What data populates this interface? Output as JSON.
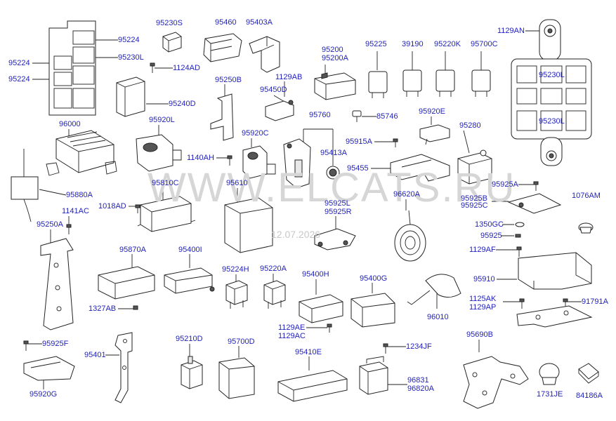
{
  "watermark": "WWW.ELCATS.RU",
  "datestamp": "12.07.2026",
  "accent_color": "#1f1fbf",
  "labels": [
    {
      "name": "part-95230S",
      "text": "95230S"
    },
    {
      "name": "part-95460",
      "text": "95460"
    },
    {
      "name": "part-95403A",
      "text": "95403A"
    },
    {
      "name": "part-95224-a",
      "text": "95224"
    },
    {
      "name": "part-95230L-a",
      "text": "95230L"
    },
    {
      "name": "part-95224-b",
      "text": "95224"
    },
    {
      "name": "part-95224-c",
      "text": "95224"
    },
    {
      "name": "part-1124AD",
      "text": "1124AD"
    },
    {
      "name": "part-95200",
      "text": "95200"
    },
    {
      "name": "part-95200A",
      "text": "95200A"
    },
    {
      "name": "part-95225",
      "text": "95225"
    },
    {
      "name": "part-39190",
      "text": "39190"
    },
    {
      "name": "part-95220K",
      "text": "95220K"
    },
    {
      "name": "part-95700C",
      "text": "95700C"
    },
    {
      "name": "part-1129AN",
      "text": "1129AN"
    },
    {
      "name": "part-95230L-b",
      "text": "95230L"
    },
    {
      "name": "part-95230L-c",
      "text": "95230L"
    },
    {
      "name": "part-95250B",
      "text": "95250B"
    },
    {
      "name": "part-1129AB",
      "text": "1129AB"
    },
    {
      "name": "part-95450D",
      "text": "95450D"
    },
    {
      "name": "part-95240D",
      "text": "95240D"
    },
    {
      "name": "part-85746",
      "text": "85746"
    },
    {
      "name": "part-95760",
      "text": "95760"
    },
    {
      "name": "part-95920E",
      "text": "95920E"
    },
    {
      "name": "part-96000",
      "text": "96000"
    },
    {
      "name": "part-95920L",
      "text": "95920L"
    },
    {
      "name": "part-95920C",
      "text": "95920C"
    },
    {
      "name": "part-95915A",
      "text": "95915A"
    },
    {
      "name": "part-95280",
      "text": "95280"
    },
    {
      "name": "part-1140AH",
      "text": "1140AH"
    },
    {
      "name": "part-95413A",
      "text": "95413A"
    },
    {
      "name": "part-95455",
      "text": "95455"
    },
    {
      "name": "part-95880A",
      "text": "95880A"
    },
    {
      "name": "part-95810C",
      "text": "95810C"
    },
    {
      "name": "part-95610",
      "text": "95610"
    },
    {
      "name": "part-96620A",
      "text": "96620A"
    },
    {
      "name": "part-95925A",
      "text": "95925A"
    },
    {
      "name": "part-1018AD",
      "text": "1018AD"
    },
    {
      "name": "part-95925L",
      "text": "95925L"
    },
    {
      "name": "part-95925R",
      "text": "95925R"
    },
    {
      "name": "part-95925B",
      "text": "95925B"
    },
    {
      "name": "part-95925C",
      "text": "95925C"
    },
    {
      "name": "part-1076AM",
      "text": "1076AM"
    },
    {
      "name": "part-1141AC",
      "text": "1141AC"
    },
    {
      "name": "part-95250A",
      "text": "95250A"
    },
    {
      "name": "part-1350GC",
      "text": "1350GC"
    },
    {
      "name": "part-95925",
      "text": "95925"
    },
    {
      "name": "part-95870A",
      "text": "95870A"
    },
    {
      "name": "part-95400I",
      "text": "95400I"
    },
    {
      "name": "part-1129AF",
      "text": "1129AF"
    },
    {
      "name": "part-95224H",
      "text": "95224H"
    },
    {
      "name": "part-95220A",
      "text": "95220A"
    },
    {
      "name": "part-95400H",
      "text": "95400H"
    },
    {
      "name": "part-95400G",
      "text": "95400G"
    },
    {
      "name": "part-95910",
      "text": "95910"
    },
    {
      "name": "part-1327AB",
      "text": "1327AB"
    },
    {
      "name": "part-96010",
      "text": "96010"
    },
    {
      "name": "part-1125AK",
      "text": "1125AK"
    },
    {
      "name": "part-1129AP",
      "text": "1129AP"
    },
    {
      "name": "part-91791A",
      "text": "91791A"
    },
    {
      "name": "part-1129AE",
      "text": "1129AE"
    },
    {
      "name": "part-1129AC",
      "text": "1129AC"
    },
    {
      "name": "part-95925F",
      "text": "95925F"
    },
    {
      "name": "part-95210D",
      "text": "95210D"
    },
    {
      "name": "part-95700D",
      "text": "95700D"
    },
    {
      "name": "part-95690B",
      "text": "95690B"
    },
    {
      "name": "part-1234JF",
      "text": "1234JF"
    },
    {
      "name": "part-95401",
      "text": "95401"
    },
    {
      "name": "part-95410E",
      "text": "95410E"
    },
    {
      "name": "part-96831",
      "text": "96831"
    },
    {
      "name": "part-96820A",
      "text": "96820A"
    },
    {
      "name": "part-95920G",
      "text": "95920G"
    },
    {
      "name": "part-1731JE",
      "text": "1731JE"
    },
    {
      "name": "part-84186A",
      "text": "84186A"
    }
  ]
}
